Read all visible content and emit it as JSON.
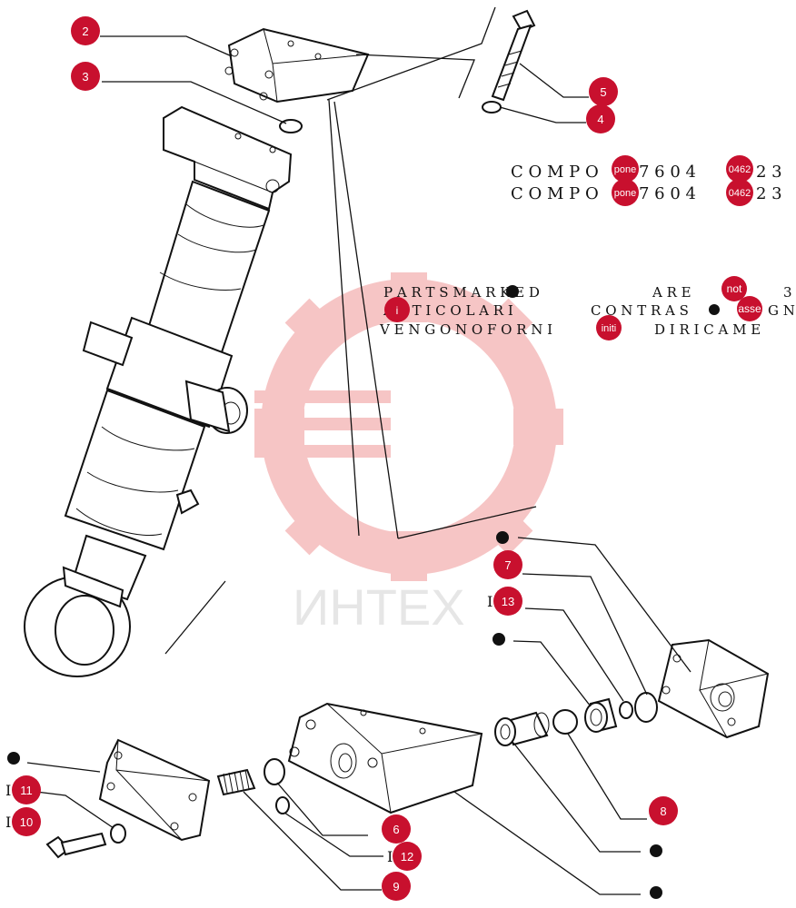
{
  "colors": {
    "callout_fill": "#c8102e",
    "callout_text": "#ffffff",
    "line": "#111111",
    "watermark": "#e85c5c"
  },
  "watermark": {
    "text": "ИНТЕХ"
  },
  "header_lines": [
    {
      "text": "C O M P O",
      "mid": "7 6 0 4",
      "tail": "2 3",
      "badge_a": "pone",
      "badge_b": "0462"
    },
    {
      "text": "C O M P O",
      "mid": "7 6 0 4",
      "tail": "2 3",
      "badge_a": "pone",
      "badge_b": "0462"
    }
  ],
  "notes": {
    "line1_a": "P A R T S   M A R K E D",
    "line1_b": "A R E",
    "line1_c": "3",
    "line2_a": "A R T I C O L A R I",
    "line2_b": "C O N T R A S",
    "line2_c": "G N",
    "line3_a": "V E N G O N O   F O R N I",
    "line3_b": "D I   R I C A M E",
    "badge_i": "i",
    "badge_not": "not",
    "badge_asse": "asse",
    "badge_initi": "initi"
  },
  "callouts": [
    {
      "id": "2",
      "label": "2"
    },
    {
      "id": "3",
      "label": "3"
    },
    {
      "id": "5",
      "label": "5"
    },
    {
      "id": "4",
      "label": "4"
    },
    {
      "id": "7",
      "label": "7"
    },
    {
      "id": "13",
      "label": "13",
      "prefix": "I"
    },
    {
      "id": "11",
      "label": "11",
      "prefix": "I"
    },
    {
      "id": "10",
      "label": "10",
      "prefix": "I"
    },
    {
      "id": "8",
      "label": "8"
    },
    {
      "id": "6",
      "label": "6"
    },
    {
      "id": "12",
      "label": "12",
      "prefix": "I"
    },
    {
      "id": "9",
      "label": "9"
    }
  ]
}
